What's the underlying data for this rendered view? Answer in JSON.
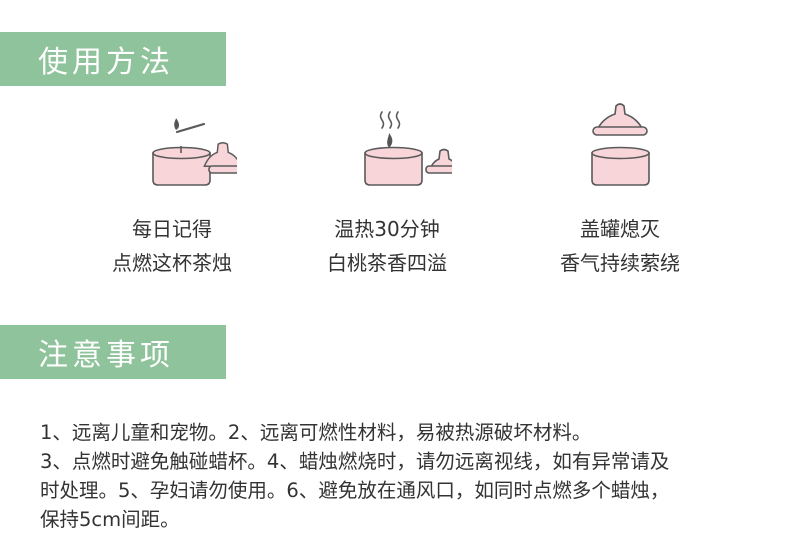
{
  "colors": {
    "header_bg": "#8fc39b",
    "header_text": "#ffffff",
    "candle_fill": "#f7d5d8",
    "outline": "#5a5a5a",
    "flame": "#555555",
    "body_text": "#333333"
  },
  "usage": {
    "title": "使用方法",
    "steps": [
      {
        "icon": "candle-lighting-icon",
        "line1": "每日记得",
        "line2": "点燃这杯茶烛"
      },
      {
        "icon": "candle-burning-icon",
        "line1": "温热30分钟",
        "line2": "白桃茶香四溢"
      },
      {
        "icon": "candle-covered-icon",
        "line1": "盖罐熄灭",
        "line2": "香气持续萦绕"
      }
    ]
  },
  "notes": {
    "title": "注意事项",
    "lines": [
      "1、远离儿童和宠物。2、远离可燃性材料，易被热源破坏材料。",
      "3、点燃时避免触碰蜡杯。4、蜡烛燃烧时，请勿远离视线，如有异常请及",
      "时处理。5、孕妇请勿使用。6、避免放在通风口，如同时点燃多个蜡烛，",
      "保持5cm间距。"
    ]
  }
}
